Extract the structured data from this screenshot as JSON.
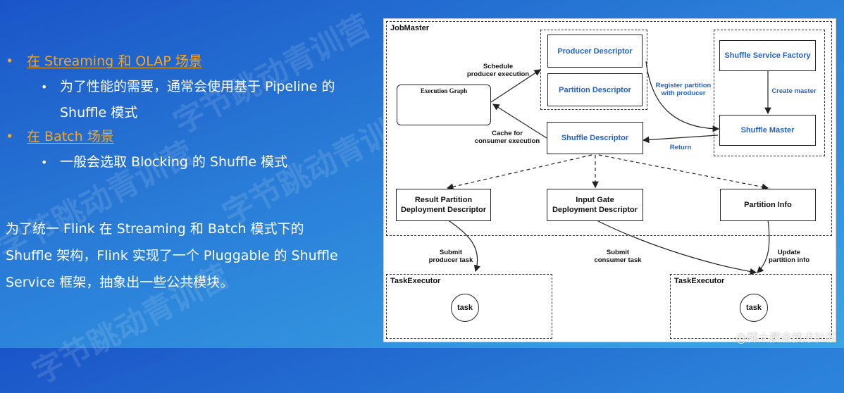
{
  "bullets": [
    {
      "text": "在 Streaming 和 OLAP 场景",
      "sub": [
        "为了性能的需要，通常会使用基于 Pipeline 的",
        "Shuffle 模式"
      ]
    },
    {
      "text": "在 Batch 场景",
      "sub": [
        "一般会选取 Blocking 的 Shuffle 模式"
      ]
    }
  ],
  "paragraph": [
    "为了统一 Flink 在 Streaming 和 Batch 模式下的",
    "Shuffle 架构，Flink 实现了一个 Pluggable 的 Shuffle",
    "Service 框架，抽象出一些公共模块。"
  ],
  "watermark": [
    "字节跳动青训营",
    "字节跳动青训营",
    "字节跳动青训营",
    "字节跳动青训营"
  ],
  "diagram": {
    "jobmaster_label": "JobMaster",
    "taskexecutor_label": "TaskExecutor",
    "execution_graph_label": "Execution Graph",
    "nodes": {
      "producer_descriptor": "Producer Descriptor",
      "partition_descriptor": "Partition Descriptor",
      "shuffle_service_factory": "Shuffle Service Factory",
      "shuffle_master": "Shuffle Master",
      "shuffle_descriptor": "Shuffle Descriptor",
      "result_partition_dd": [
        "Result Partition",
        "Deployment Descriptor"
      ],
      "input_gate_dd": [
        "Input Gate",
        "Deployment Descriptor"
      ],
      "partition_info": "Partition Info",
      "task": "task"
    },
    "edge_labels": {
      "schedule": [
        "Schedule",
        "producer execution"
      ],
      "cache": [
        "Cache for",
        "consumer execution"
      ],
      "register": [
        "Register partition",
        "with producer"
      ],
      "create_master": "Create master",
      "return": "Return",
      "submit_producer": [
        "Submit",
        "producer task"
      ],
      "submit_consumer": [
        "Submit",
        "consumer task"
      ],
      "update_partition": [
        "Update",
        "partition info"
      ]
    }
  },
  "credit": "@稀土掘金技术社区",
  "colors": {
    "accent_orange": "#f5a623",
    "diagram_blue": "#2563c0"
  }
}
